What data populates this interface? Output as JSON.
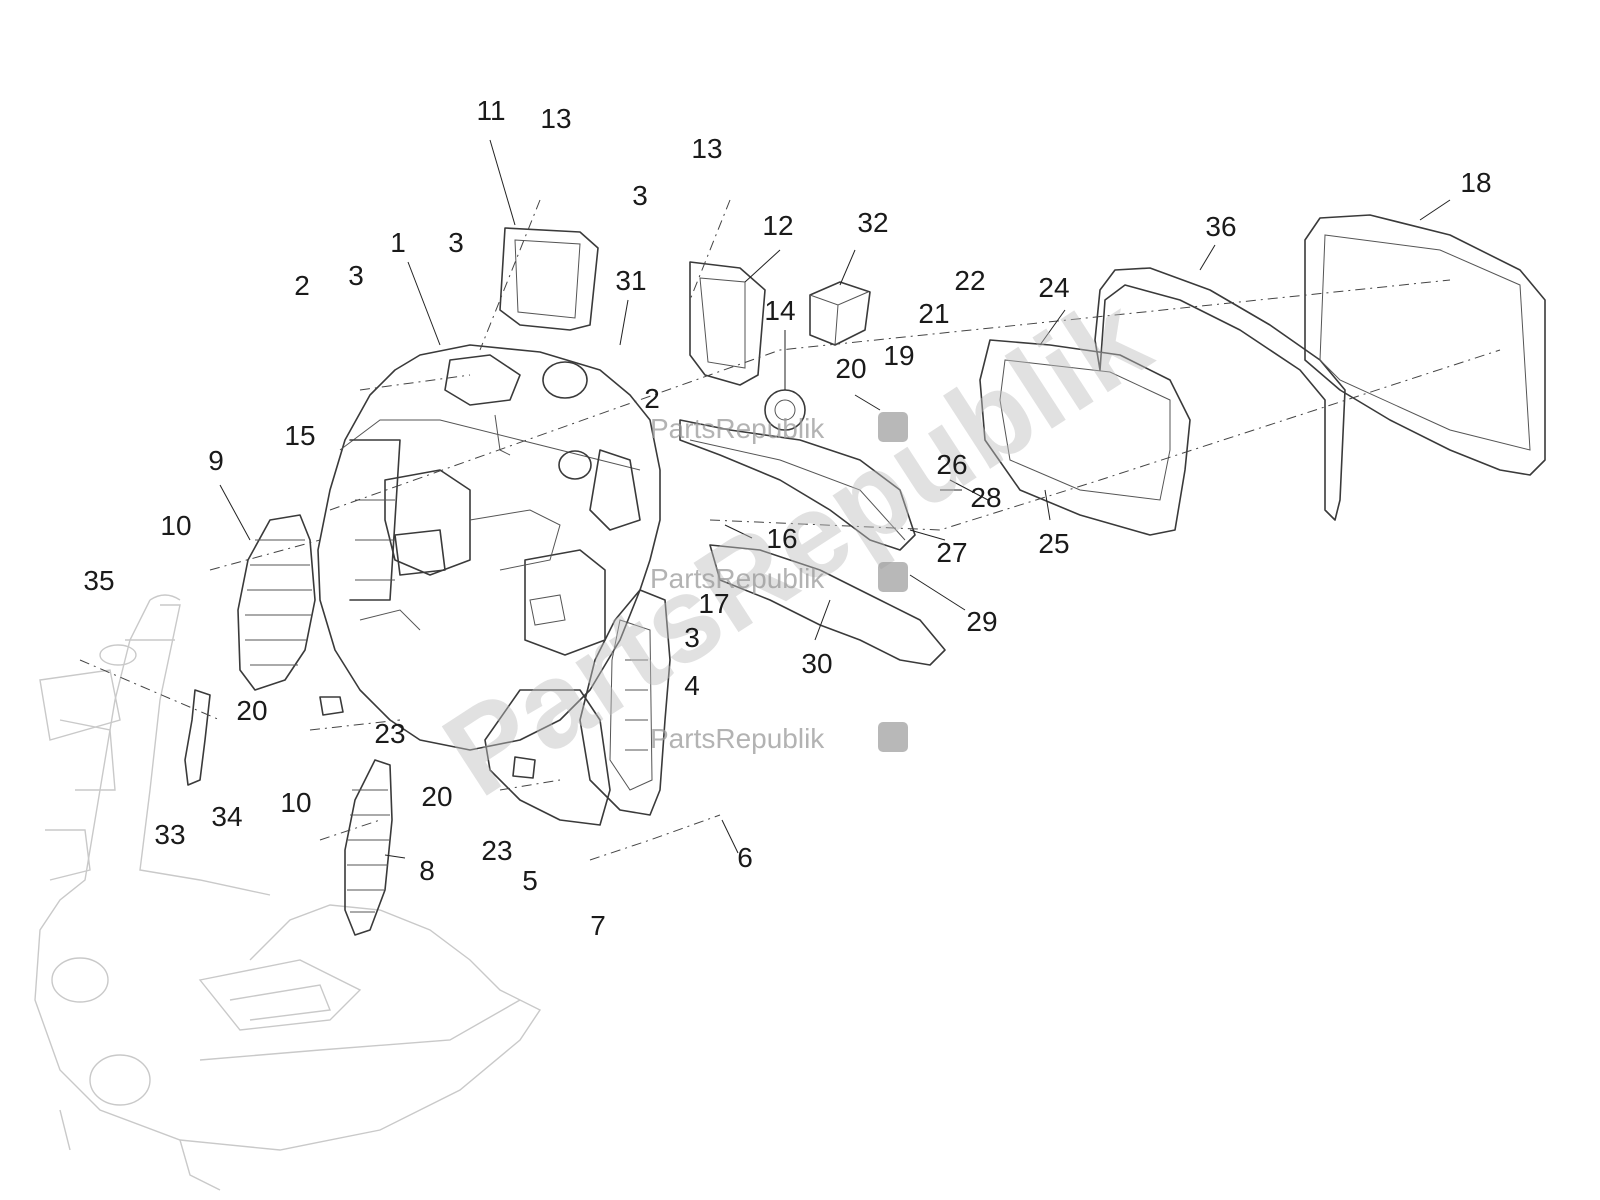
{
  "diagram": {
    "callouts": [
      {
        "id": "c1",
        "label": "1"
      },
      {
        "id": "c2a",
        "label": "2"
      },
      {
        "id": "c2b",
        "label": "2"
      },
      {
        "id": "c3a",
        "label": "3"
      },
      {
        "id": "c3b",
        "label": "3"
      },
      {
        "id": "c3c",
        "label": "3"
      },
      {
        "id": "c3d",
        "label": "3"
      },
      {
        "id": "c4",
        "label": "4"
      },
      {
        "id": "c5",
        "label": "5"
      },
      {
        "id": "c6",
        "label": "6"
      },
      {
        "id": "c7",
        "label": "7"
      },
      {
        "id": "c8",
        "label": "8"
      },
      {
        "id": "c9",
        "label": "9"
      },
      {
        "id": "c10a",
        "label": "10"
      },
      {
        "id": "c10b",
        "label": "10"
      },
      {
        "id": "c11",
        "label": "11"
      },
      {
        "id": "c12",
        "label": "12"
      },
      {
        "id": "c13a",
        "label": "13"
      },
      {
        "id": "c13b",
        "label": "13"
      },
      {
        "id": "c14",
        "label": "14"
      },
      {
        "id": "c15",
        "label": "15"
      },
      {
        "id": "c16",
        "label": "16"
      },
      {
        "id": "c17",
        "label": "17"
      },
      {
        "id": "c18",
        "label": "18"
      },
      {
        "id": "c19",
        "label": "19"
      },
      {
        "id": "c20a",
        "label": "20"
      },
      {
        "id": "c20b",
        "label": "20"
      },
      {
        "id": "c20c",
        "label": "20"
      },
      {
        "id": "c21",
        "label": "21"
      },
      {
        "id": "c22",
        "label": "22"
      },
      {
        "id": "c23a",
        "label": "23"
      },
      {
        "id": "c23b",
        "label": "23"
      },
      {
        "id": "c24",
        "label": "24"
      },
      {
        "id": "c25",
        "label": "25"
      },
      {
        "id": "c26",
        "label": "26"
      },
      {
        "id": "c27",
        "label": "27"
      },
      {
        "id": "c28",
        "label": "28"
      },
      {
        "id": "c29",
        "label": "29"
      },
      {
        "id": "c30",
        "label": "30"
      },
      {
        "id": "c31",
        "label": "31"
      },
      {
        "id": "c32",
        "label": "32"
      },
      {
        "id": "c33",
        "label": "33"
      },
      {
        "id": "c34",
        "label": "34"
      },
      {
        "id": "c35",
        "label": "35"
      },
      {
        "id": "c36",
        "label": "36"
      }
    ],
    "watermarks": {
      "small": "PartsRepublik",
      "large": "PartsRepublik"
    },
    "colors": {
      "line": "#3a3a3a",
      "ghost_frame": "#c9c9c9",
      "watermark": "#9a9a9a",
      "background": "#ffffff"
    }
  }
}
